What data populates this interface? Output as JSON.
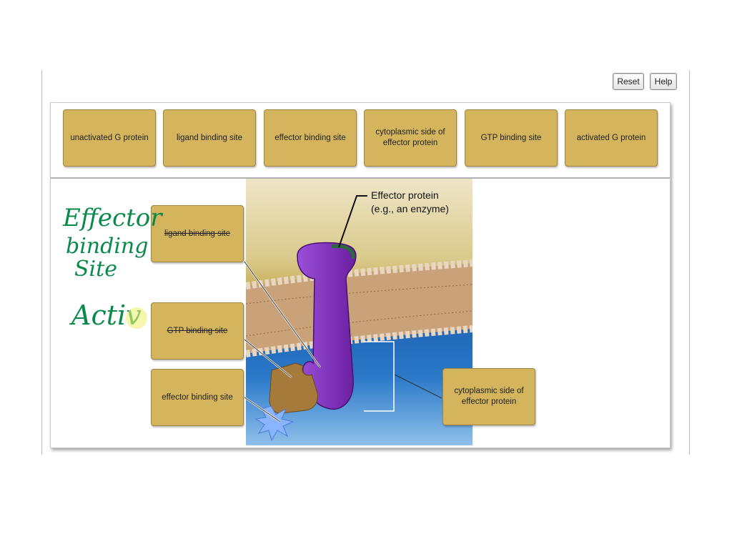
{
  "toolbar": {
    "reset_label": "Reset",
    "help_label": "Help"
  },
  "label_bank": [
    {
      "label": "unactivated G protein"
    },
    {
      "label": "ligand binding site"
    },
    {
      "label": "effector binding site"
    },
    {
      "label": "cytoplasmic side of effector protein"
    },
    {
      "label": "GTP binding site"
    },
    {
      "label": "activated G protein"
    }
  ],
  "placed_labels": {
    "slot_1": "ligand binding site",
    "slot_2": "GTP binding site",
    "slot_3": "effector binding site",
    "slot_4": "cytoplasmic side of effector protein"
  },
  "figure": {
    "effector_caption_line1": "Effector protein",
    "effector_caption_line2": "(e.g., an enzyme)",
    "colors": {
      "extracellular": "#d9c98a",
      "membrane": "#c9a27a",
      "cytoplasm": "#2a78c8",
      "protein": "#7a2fb0",
      "g_protein": "#a67a3a",
      "spark": "#8ab4ff"
    }
  },
  "handwriting": {
    "note_line1": "Effector",
    "note_line2": "binding",
    "note_line3": "Site",
    "note_line4": "Activ",
    "ink_color": "#0a8a4a"
  }
}
